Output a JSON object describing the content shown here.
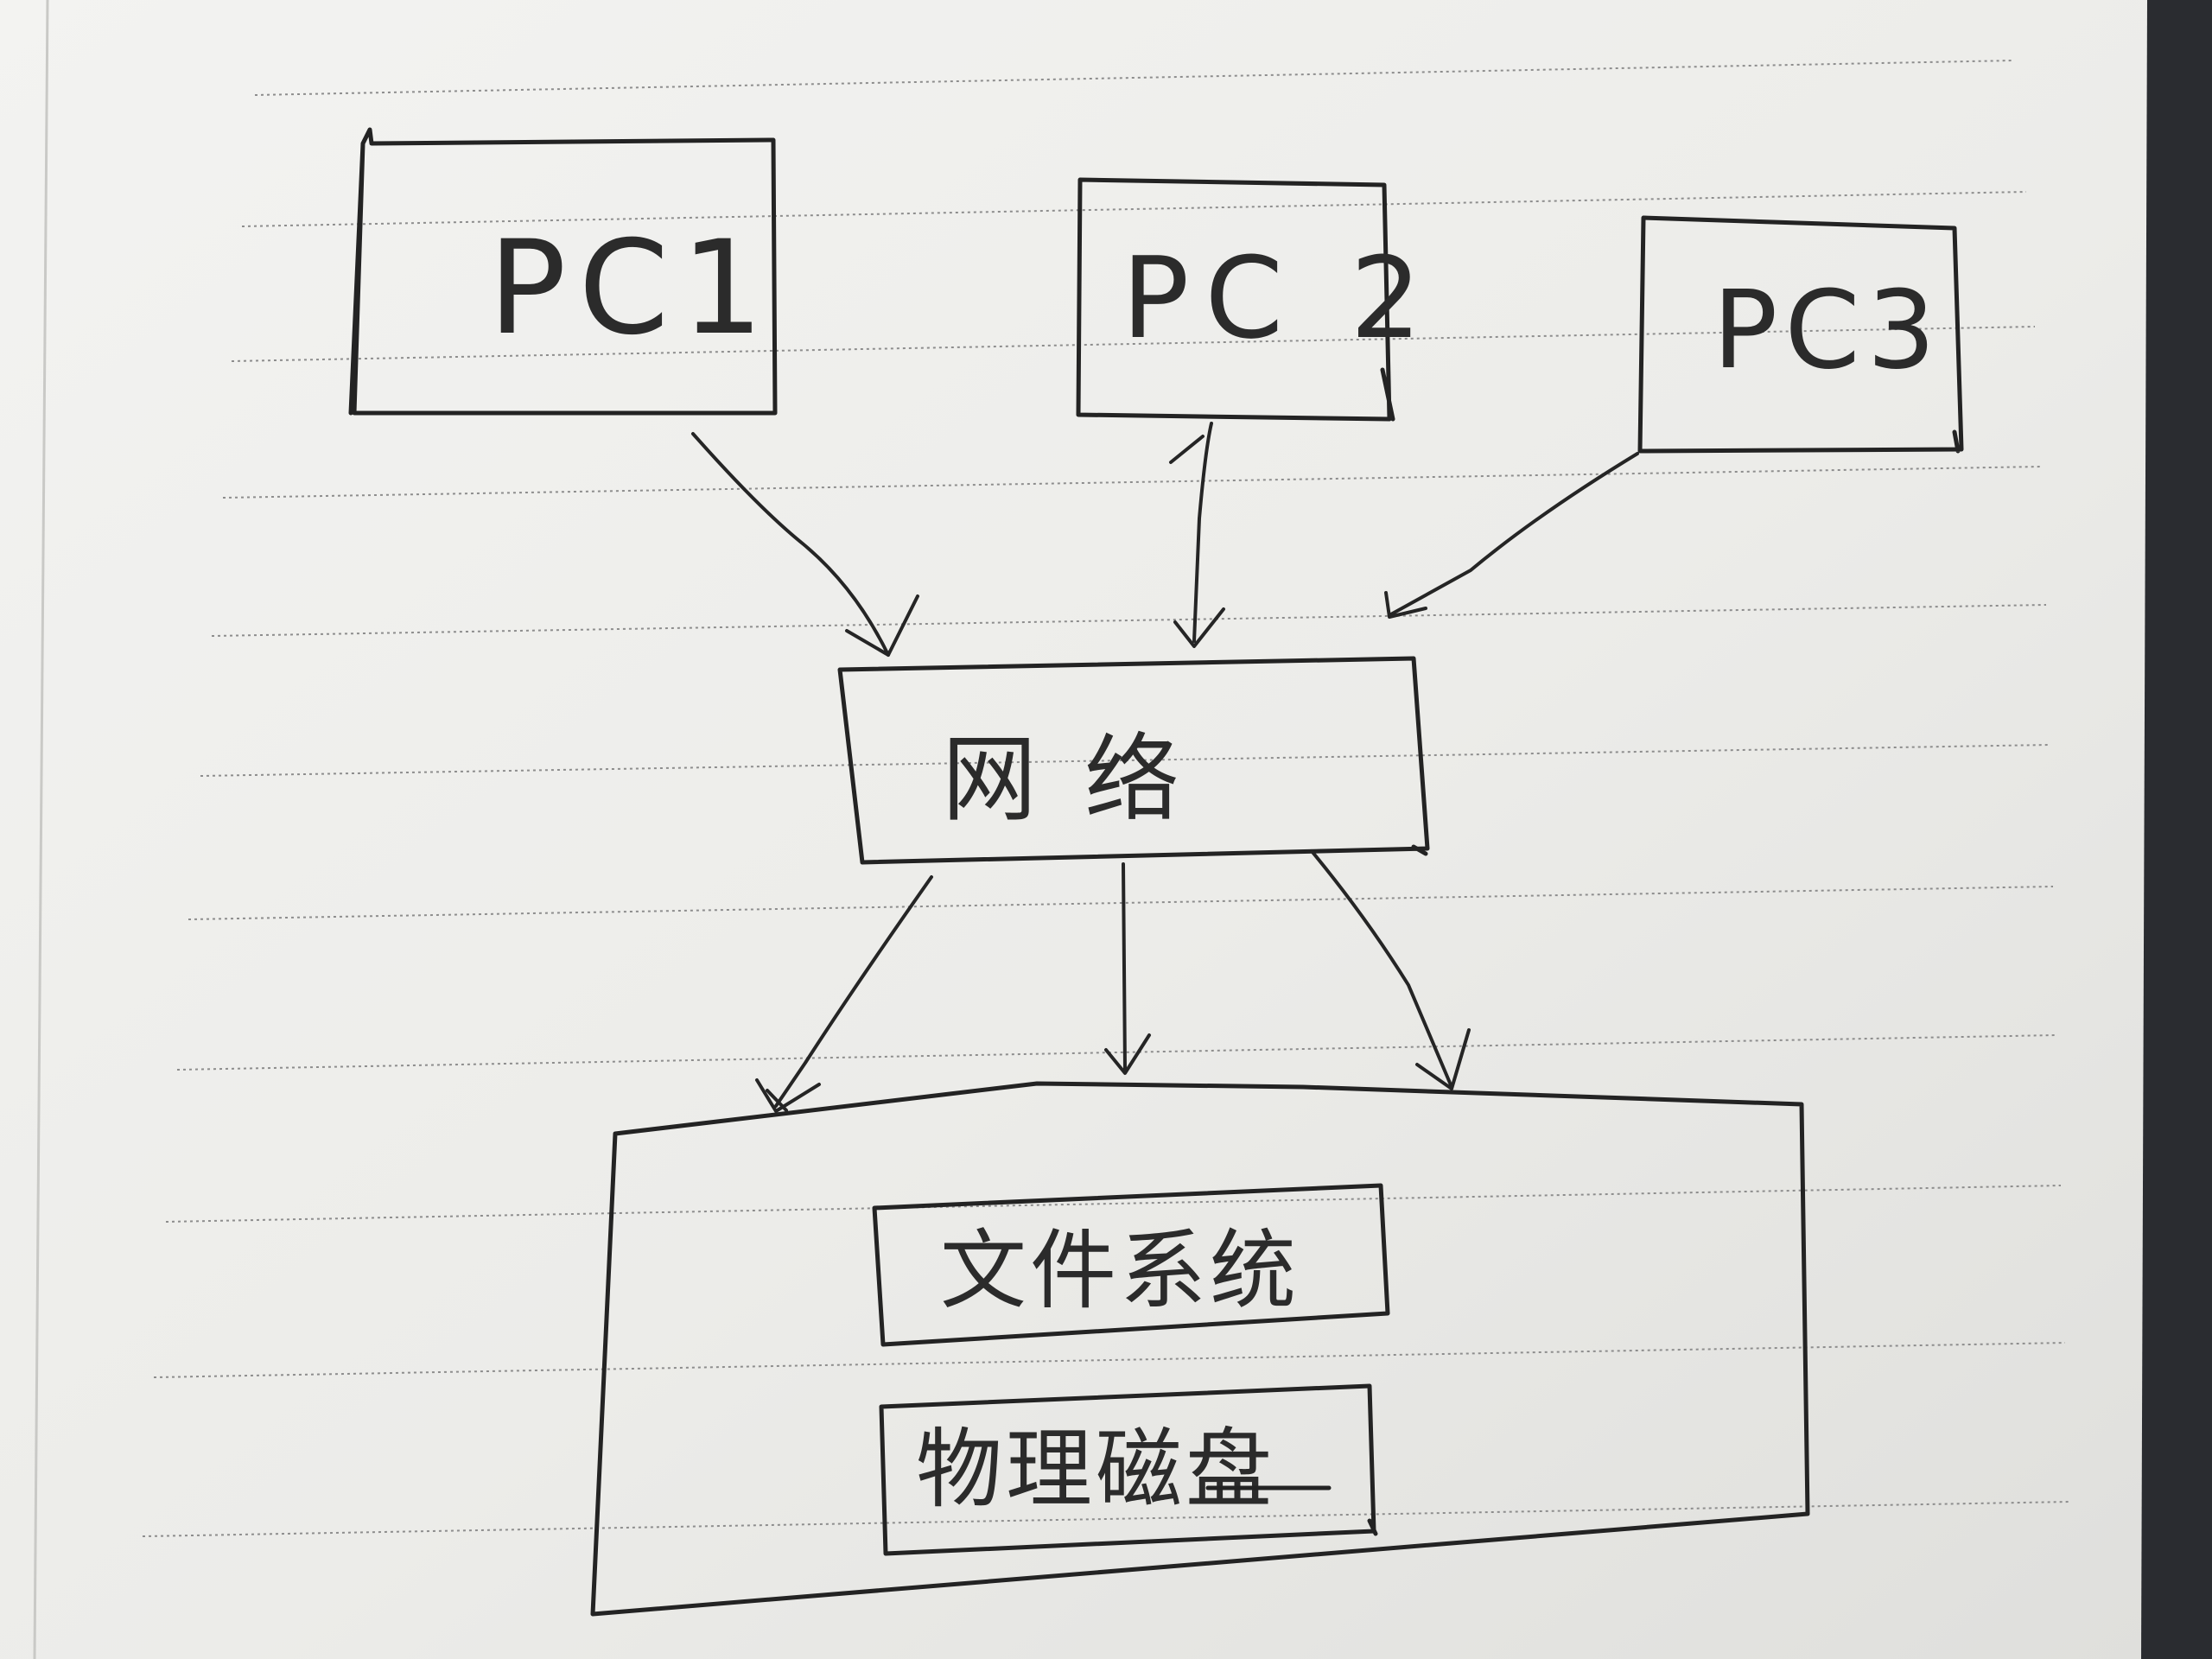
{
  "diagram": {
    "nodes": {
      "pc1": {
        "label": "PC1"
      },
      "pc2": {
        "label": "PC 2"
      },
      "pc3": {
        "label": "PC3"
      },
      "network": {
        "label": "网 络"
      },
      "server": {
        "label": ""
      },
      "filesystem": {
        "label": "文件系统"
      },
      "disk": {
        "label": "物理磁盘"
      }
    },
    "edges": [
      {
        "from": "pc1",
        "to": "network"
      },
      {
        "from": "pc2",
        "to": "network"
      },
      {
        "from": "pc3",
        "to": "network"
      },
      {
        "from": "network",
        "to": "server"
      },
      {
        "from": "network",
        "to": "server"
      },
      {
        "from": "network",
        "to": "server"
      }
    ]
  },
  "colors": {
    "paper": "#efefed",
    "ink": "#232323",
    "rule": "#8d8d8d",
    "background": "#2a2c30"
  }
}
